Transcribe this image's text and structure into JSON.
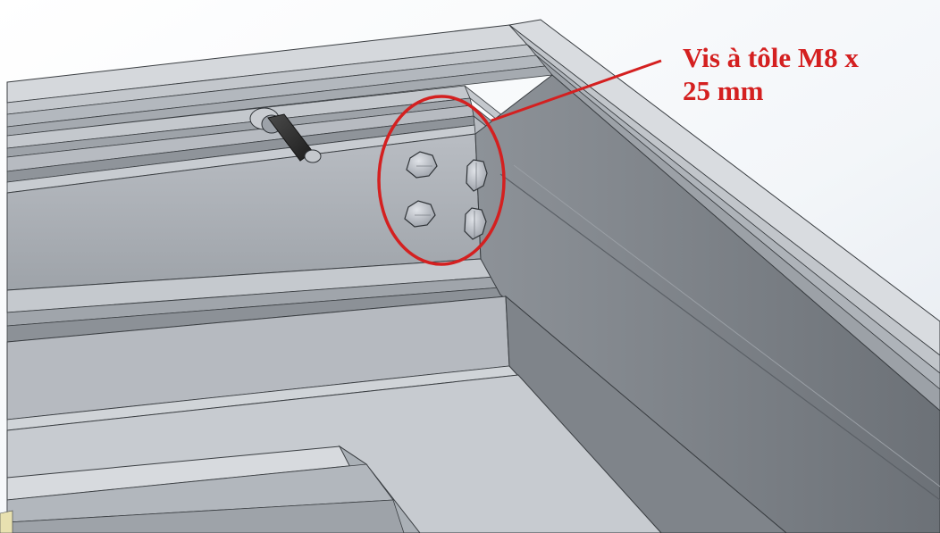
{
  "annotation": {
    "label": "Vis à tôle  M8 x\n25 mm",
    "color": "#d42020"
  },
  "colors": {
    "background_top": "#f6f8fb",
    "background_right": "#e6ebf2",
    "steel_light": "#c9cdd3",
    "steel_mid": "#a8adb3",
    "steel_dark": "#6e7378",
    "edge": "#2e3236",
    "bolt": "#b9bec6",
    "stud_dark": "#2b2b2b"
  },
  "parts": {
    "bolt_count": 4,
    "stud_count": 1
  }
}
